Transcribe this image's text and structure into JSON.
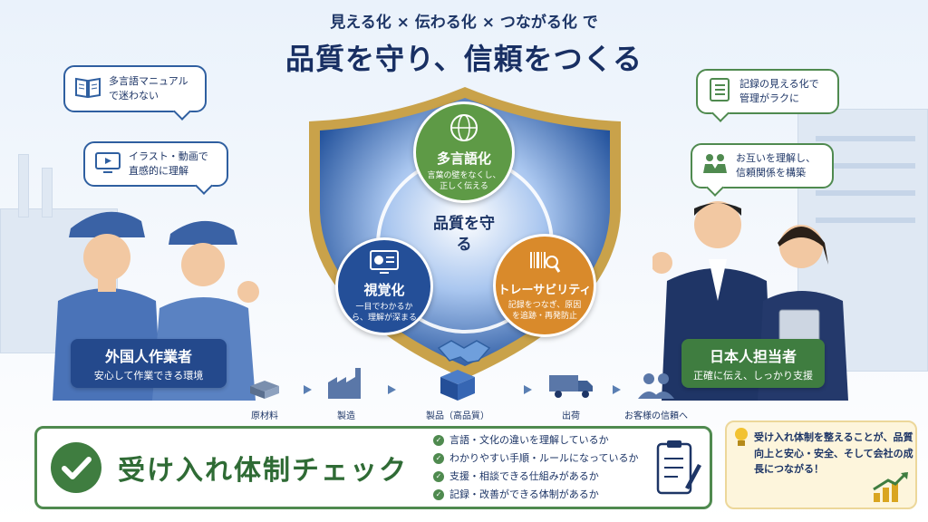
{
  "header": {
    "subtitle": "見える化 × 伝わる化 × つながる化 で",
    "title": "品質を守り、信頼をつくる"
  },
  "bubbles": {
    "manual": "多言語マニュアルで迷わない",
    "video": "イラスト・動画で直感的に理解",
    "records": "記録の見える化で管理がラクに",
    "trust": "お互いを理解し、信頼関係を構築"
  },
  "shield": {
    "center": "品質を守る",
    "multilingual": {
      "title": "多言語化",
      "desc": "言葉の壁をなくし、正しく伝える"
    },
    "visual": {
      "title": "視覚化",
      "desc": "一目でわかるから、理解が深まる"
    },
    "trace": {
      "title": "トレーサビリティ",
      "desc": "記録をつなぎ、原因を追跡・再発防止"
    }
  },
  "roles": {
    "foreign": {
      "title": "外国人作業者",
      "desc": "安心して作業できる環境"
    },
    "japanese": {
      "title": "日本人担当者",
      "desc": "正確に伝え、しっかり支援"
    }
  },
  "flow": [
    "原材料",
    "製造",
    "製品（高品質）",
    "出荷",
    "お客様の信頼へ"
  ],
  "check": {
    "title": "受け入れ体制チェック",
    "items": [
      "言語・文化の違いを理解しているか",
      "わかりやすい手順・ルールになっているか",
      "支援・相談できる仕組みがあるか",
      "記録・改善ができる体制があるか"
    ]
  },
  "tip": "受け入れ体制を整えることが、品質向上と安心・安全、そして会社の成長につながる！",
  "colors": {
    "navy": "#1d3566",
    "shield_blue": "#2f5fa8",
    "green": "#4f8a4f",
    "orange": "#d98a2b",
    "gold": "#c9a24a"
  }
}
